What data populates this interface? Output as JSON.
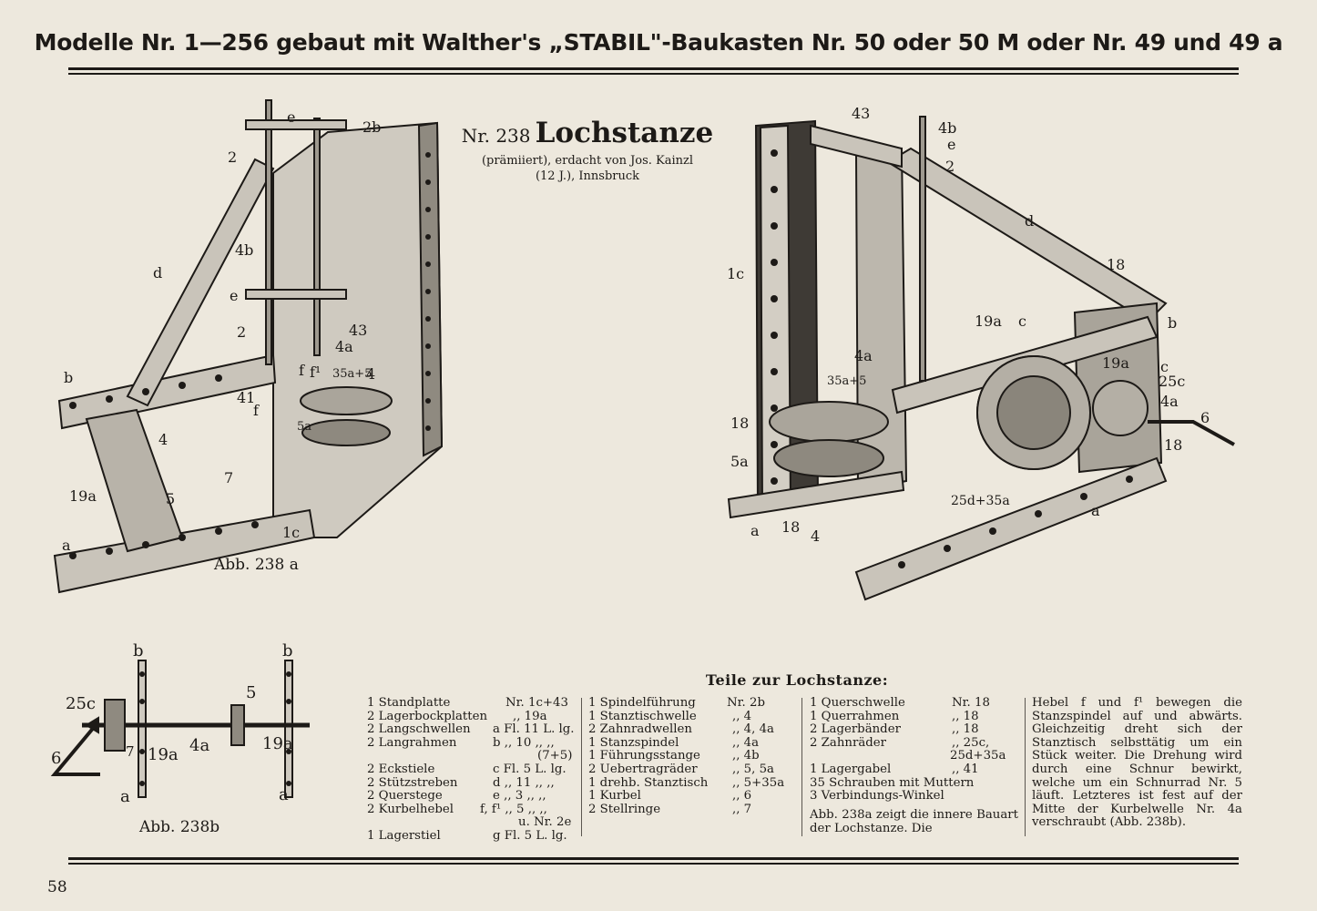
{
  "header": {
    "title": "Modelle Nr. 1—256 gebaut mit Walther's „STABIL\"-Baukasten Nr. 50 oder 50 M oder Nr. 49 und 49 a"
  },
  "model": {
    "number": "Nr. 238",
    "name": "Lochstanze",
    "subtitle_line1": "(prämiiert), erdacht von Jos. Kainzl",
    "subtitle_line2": "(12 J.), Innsbruck"
  },
  "figures": {
    "fig_a": {
      "caption": "Abb. 238 a",
      "labels": [
        "e",
        "2b",
        "2",
        "4b",
        "d",
        "e",
        "2",
        "43",
        "4a",
        "f",
        "f¹",
        "35a+5",
        "4",
        "b",
        "41",
        "f",
        "4",
        "5a",
        "7",
        "5",
        "19a",
        "a",
        "1c"
      ]
    },
    "fig_b": {
      "caption": "Abb. 238b",
      "labels": [
        "b",
        "b",
        "25c",
        "5",
        "4a",
        "19a",
        "19a",
        "7",
        "6",
        "a",
        "a"
      ]
    },
    "fig_main": {
      "labels": [
        "43",
        "4b",
        "e",
        "2",
        "d",
        "1c",
        "18",
        "19a",
        "c",
        "4a",
        "b",
        "35a+5",
        "19a",
        "c",
        "25c",
        "4a",
        "6",
        "18",
        "18",
        "5a",
        "a",
        "18",
        "4",
        "25d+35a",
        "a"
      ]
    }
  },
  "parts": {
    "heading": "Teile zur Lochstanze:",
    "col1": [
      {
        "item": "1 Standplatte",
        "nr": "Nr. 1c+43"
      },
      {
        "item": "2 Lagerbockplatten",
        "nr": ",, 19a"
      },
      {
        "item": "2 Langschwellen",
        "nr": "a Fl. 11 L. lg."
      },
      {
        "item": "2 Langrahmen",
        "nr": "b ,, 10 ,, ,,"
      },
      {
        "item": "",
        "nr": "(7+5)"
      },
      {
        "item": "2 Eckstiele",
        "nr": "c Fl. 5 L. lg."
      },
      {
        "item": "2 Stützstreben",
        "nr": "d ,, 11 ,, ,,"
      },
      {
        "item": "2 Querstege",
        "nr": "e ,, 3 ,, ,,"
      },
      {
        "item": "2 Kurbelhebel",
        "nr": "f, f¹ ,, 5 ,, ,,"
      },
      {
        "item": "",
        "nr": "u. Nr. 2e"
      },
      {
        "item": "1 Lagerstiel",
        "nr": "g Fl. 5 L. lg."
      }
    ],
    "col2": [
      {
        "item": "1 Spindelführung",
        "nr": "Nr. 2b"
      },
      {
        "item": "1 Stanztischwelle",
        "nr": ",, 4"
      },
      {
        "item": "2 Zahnradwellen",
        "nr": ",, 4, 4a"
      },
      {
        "item": "1 Stanzspindel",
        "nr": ",, 4a"
      },
      {
        "item": "1 Führungsstange",
        "nr": ",, 4b"
      },
      {
        "item": "2 Uebertragräder",
        "nr": ",, 5, 5a"
      },
      {
        "item": "1 drehb. Stanztisch",
        "nr": ",, 5+35a"
      },
      {
        "item": "1 Kurbel",
        "nr": ",, 6"
      },
      {
        "item": "2 Stellringe",
        "nr": ",, 7"
      }
    ],
    "col3": [
      {
        "item": "1 Querschwelle",
        "nr": "Nr. 18"
      },
      {
        "item": "1 Querrahmen",
        "nr": ",, 18"
      },
      {
        "item": "2 Lagerbänder",
        "nr": ",, 18"
      },
      {
        "item": "2 Zahnräder",
        "nr": ",, 25c,"
      },
      {
        "item": "",
        "nr": "25d+35a"
      },
      {
        "item": "1 Lagergabel",
        "nr": ",, 41"
      },
      {
        "item": "35 Schrauben mit Muttern",
        "nr": ""
      },
      {
        "item": "3 Verbindungs-Winkel",
        "nr": ""
      }
    ],
    "col3_prose": "Abb. 238a zeigt die innere Bauart der Lochstanze. Die",
    "col4_prose": "Hebel f und f¹ bewegen die Stanzspindel auf und abwärts. Gleichzeitig dreht sich der Stanztisch selbsttätig um ein Stück weiter. Die Drehung wird durch eine Schnur bewirkt, welche um ein Schnurrad Nr. 5 läuft. Letzteres ist fest auf der Mitte der Kurbelwelle Nr. 4a verschraubt (Abb. 238b)."
  },
  "footer": {
    "page_number": "58"
  },
  "colors": {
    "ink": "#1d1a17",
    "paper": "#ede8dd",
    "metal": "#b9b4aa"
  }
}
